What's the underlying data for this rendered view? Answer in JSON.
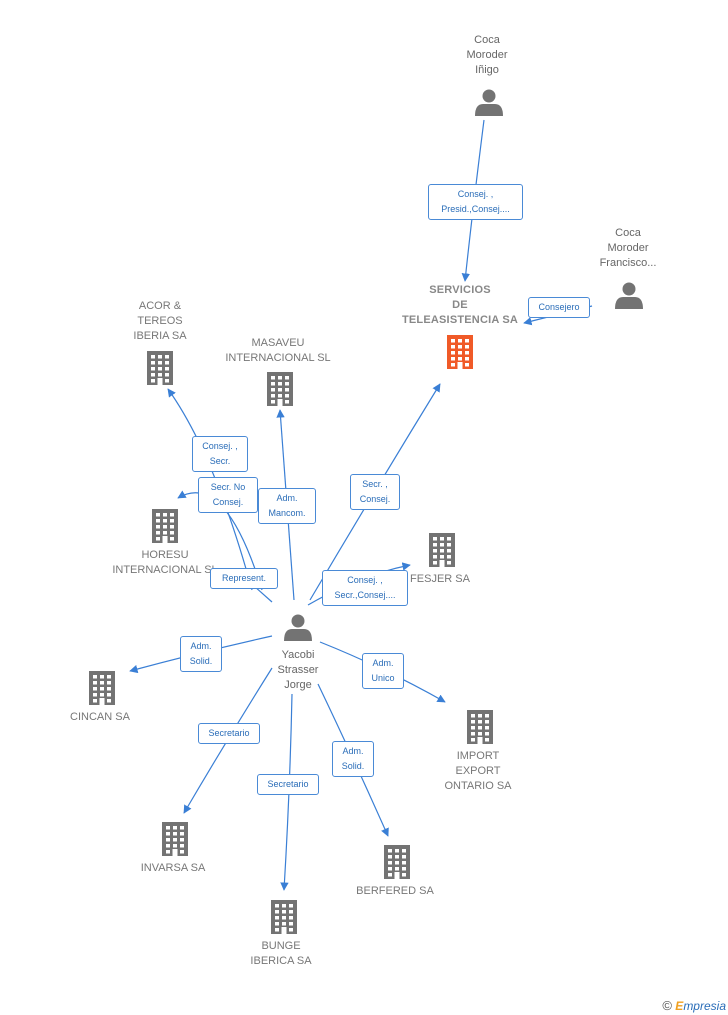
{
  "colors": {
    "edge": "#3a7fd5",
    "node": "#737373",
    "target": "#f05a28"
  },
  "nodes": [
    {
      "id": "coca_inigo",
      "kind": "person",
      "label": "Coca\nMoroder\nIñigo"
    },
    {
      "id": "coca_francisco",
      "kind": "person",
      "label": "Coca\nMoroder\nFrancisco..."
    },
    {
      "id": "servicios",
      "kind": "target",
      "label": "SERVICIOS\nDE\nTELEASISTENCIA SA"
    },
    {
      "id": "acor",
      "kind": "company",
      "label": "ACOR &\nTEREOS\nIBERIA SA"
    },
    {
      "id": "masaveu",
      "kind": "company",
      "label": "MASAVEU\nINTERNACIONAL SL"
    },
    {
      "id": "horesu",
      "kind": "company",
      "label": "HORESU\nINTERNACIONAL SL"
    },
    {
      "id": "fesjer",
      "kind": "company",
      "label": "FESJER SA"
    },
    {
      "id": "yacobi",
      "kind": "person",
      "label": "Yacobi\nStrasser\nJorge"
    },
    {
      "id": "cincan",
      "kind": "company",
      "label": "CINCAN SA"
    },
    {
      "id": "import",
      "kind": "company",
      "label": "IMPORT\nEXPORT\nONTARIO SA"
    },
    {
      "id": "invarsa",
      "kind": "company",
      "label": "INVARSA SA"
    },
    {
      "id": "berfered",
      "kind": "company",
      "label": "BERFERED SA"
    },
    {
      "id": "bunge",
      "kind": "company",
      "label": "BUNGE\nIBERICA SA"
    }
  ],
  "edges": [
    {
      "id": "e_inigo",
      "from": "coca_inigo",
      "to": "servicios",
      "label": "Consej. ,\nPresid.,Consej...."
    },
    {
      "id": "e_francisco",
      "from": "coca_francisco",
      "to": "servicios",
      "label": "Consejero"
    },
    {
      "id": "e_servicios",
      "from": "yacobi",
      "to": "servicios",
      "label": "Secr. ,\nConsej."
    },
    {
      "id": "e_acor",
      "from": "yacobi",
      "to": "acor",
      "label": "Consej. ,\nSecr."
    },
    {
      "id": "e_horesu",
      "from": "yacobi",
      "to": "horesu",
      "label": "Secr.  No\nConsej."
    },
    {
      "id": "e_masaveu",
      "from": "yacobi",
      "to": "masaveu",
      "label": "Adm.\nMancom."
    },
    {
      "id": "e_represent",
      "from": "yacobi",
      "to": "horesu",
      "label": "Represent."
    },
    {
      "id": "e_fesjer",
      "from": "yacobi",
      "to": "fesjer",
      "label": "Consej. ,\nSecr.,Consej...."
    },
    {
      "id": "e_cincan",
      "from": "yacobi",
      "to": "cincan",
      "label": "Adm.\nSolid."
    },
    {
      "id": "e_import",
      "from": "yacobi",
      "to": "import",
      "label": "Adm.\nUnico"
    },
    {
      "id": "e_invarsa",
      "from": "yacobi",
      "to": "invarsa",
      "label": "Secretario"
    },
    {
      "id": "e_bunge",
      "from": "yacobi",
      "to": "bunge",
      "label": "Secretario"
    },
    {
      "id": "e_berfered",
      "from": "yacobi",
      "to": "berfered",
      "label": "Adm.\nSolid."
    }
  ],
  "watermark": {
    "symbol": "©",
    "brand_initial": "E",
    "brand_rest": "mpresia"
  }
}
